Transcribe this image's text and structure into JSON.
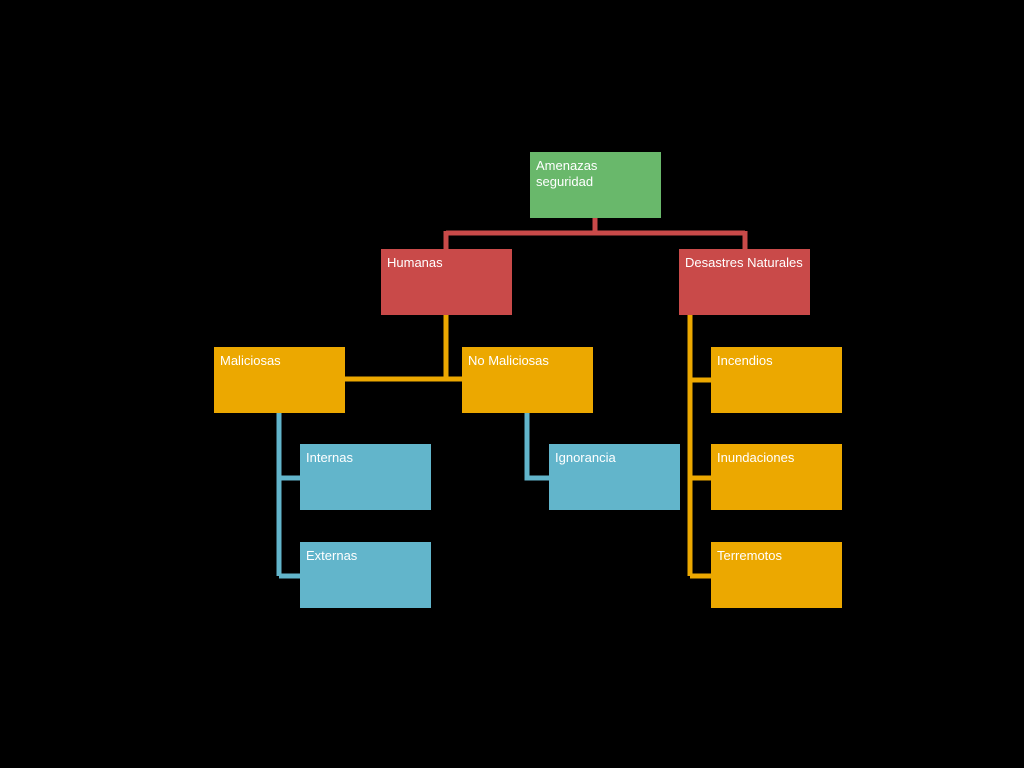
{
  "diagram": {
    "root": {
      "label": "Amenazas seguridad"
    },
    "level1": [
      {
        "label": "Humanas"
      },
      {
        "label": "Desastres Naturales"
      }
    ],
    "humanas_children": [
      {
        "label": "Maliciosas"
      },
      {
        "label": "No Maliciosas"
      }
    ],
    "maliciosas_children": [
      {
        "label": "Internas"
      },
      {
        "label": "Externas"
      }
    ],
    "no_maliciosas_children": [
      {
        "label": "Ignorancia"
      }
    ],
    "desastres_children": [
      {
        "label": "Incendios"
      },
      {
        "label": "Inundaciones"
      },
      {
        "label": "Terremotos"
      }
    ]
  },
  "colors": {
    "root": "#69b86b",
    "level1": "#c94a49",
    "level2": "#eca800",
    "level3": "#62b5cb",
    "background": "#000000"
  }
}
